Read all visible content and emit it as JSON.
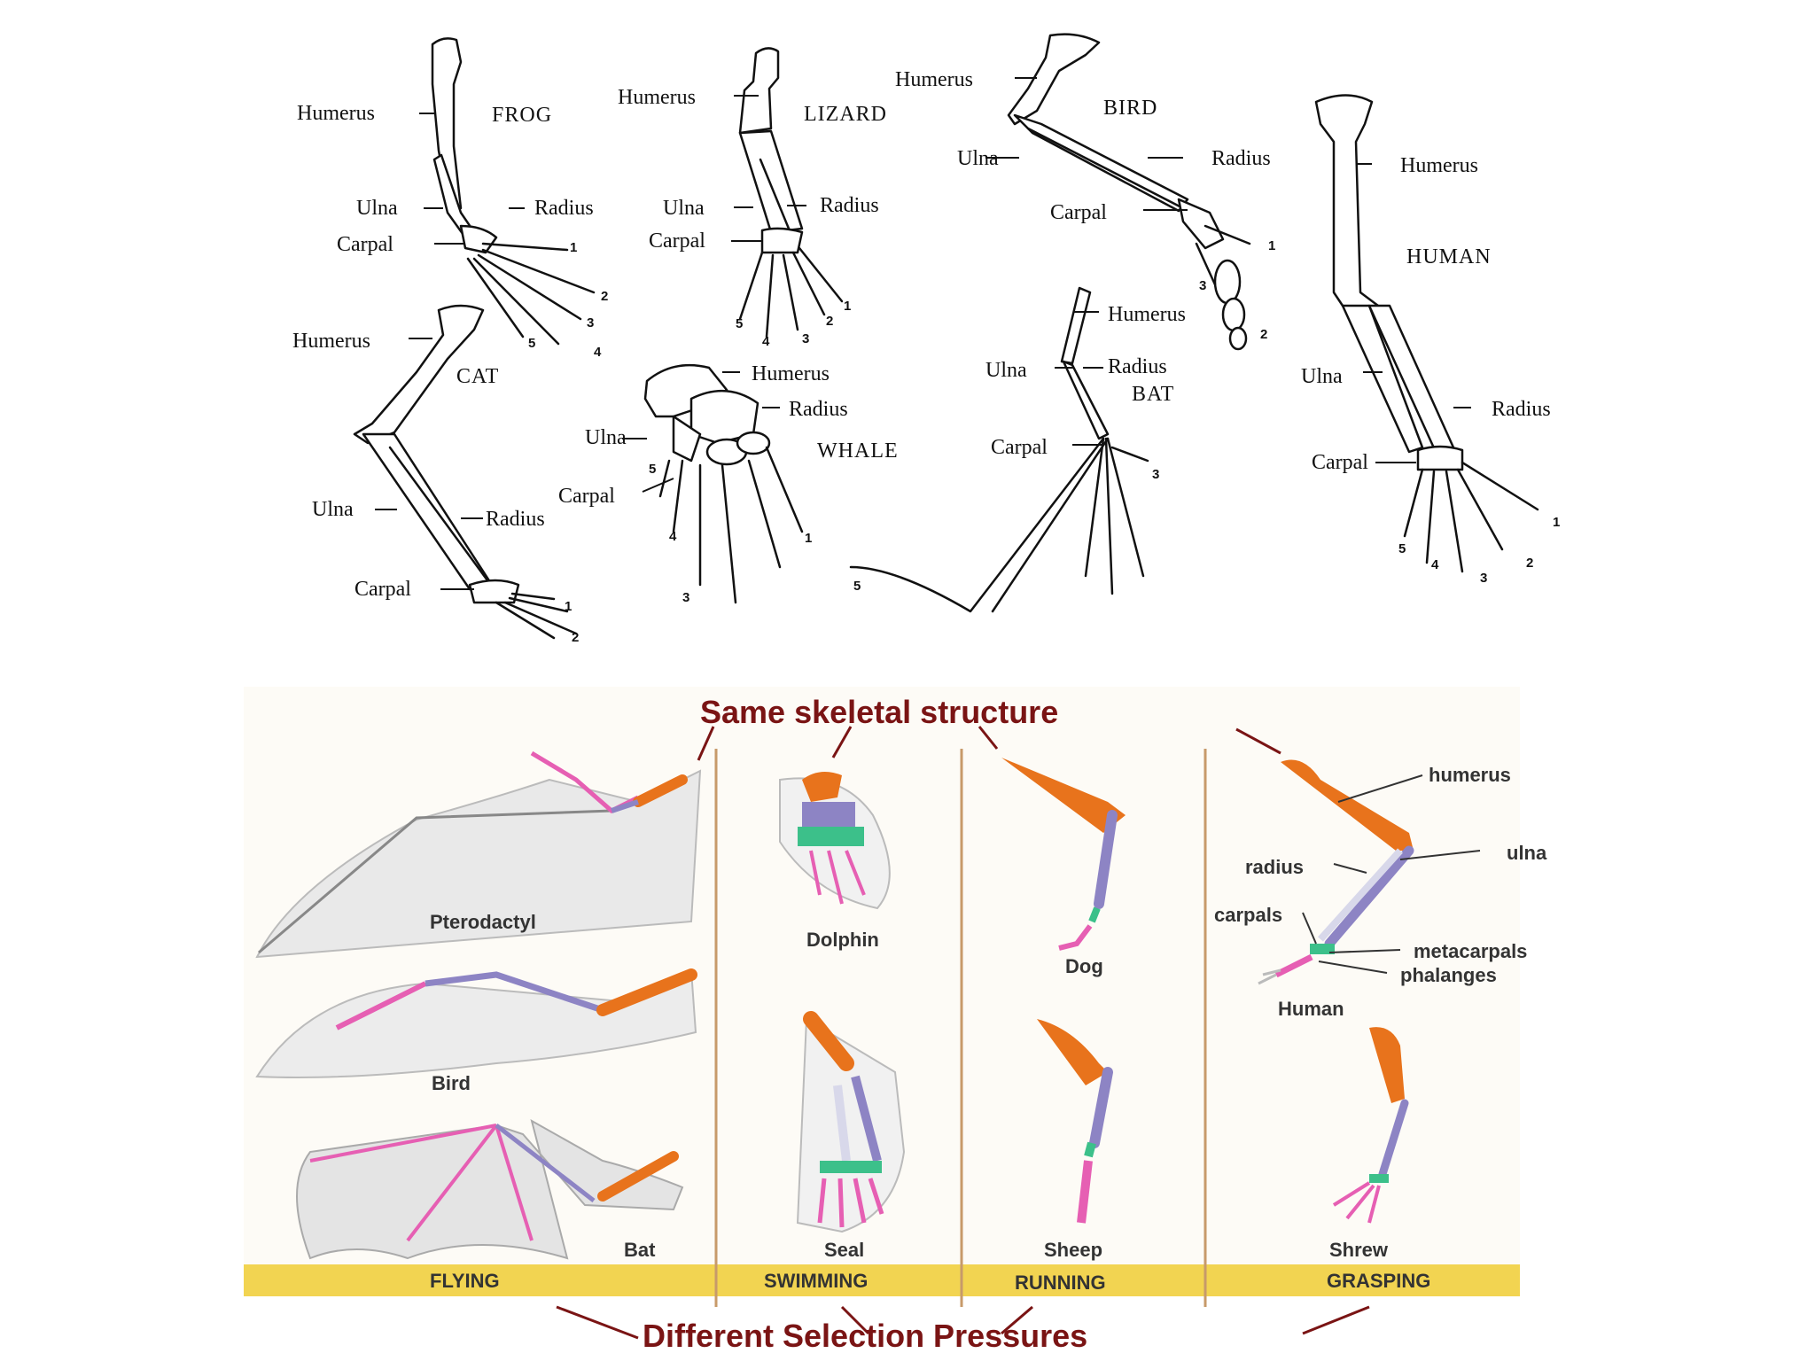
{
  "top": {
    "frog": {
      "title": "FROG",
      "humerus": "Humerus",
      "ulna": "Ulna",
      "radius": "Radius",
      "carpal": "Carpal",
      "digits": [
        "1",
        "2",
        "3",
        "4",
        "5"
      ]
    },
    "lizard": {
      "title": "LIZARD",
      "humerus": "Humerus",
      "ulna": "Ulna",
      "radius": "Radius",
      "carpal": "Carpal",
      "digits": [
        "1",
        "2",
        "3",
        "4",
        "5"
      ]
    },
    "bird": {
      "title": "BIRD",
      "humerus": "Humerus",
      "ulna": "Ulna",
      "radius": "Radius",
      "carpal": "Carpal",
      "digits": [
        "1",
        "2",
        "3"
      ]
    },
    "human": {
      "title": "HUMAN",
      "humerus": "Humerus",
      "ulna": "Ulna",
      "radius": "Radius",
      "carpal": "Carpal",
      "digits": [
        "1",
        "2",
        "3",
        "4",
        "5"
      ]
    },
    "cat": {
      "title": "CAT",
      "humerus": "Humerus",
      "ulna": "Ulna",
      "radius": "Radius",
      "carpal": "Carpal",
      "digits": [
        "1",
        "2"
      ]
    },
    "whale": {
      "title": "WHALE",
      "humerus": "Humerus",
      "ulna": "Ulna",
      "radius": "Radius",
      "carpal": "Carpal",
      "digits": [
        "1",
        "3",
        "4",
        "5"
      ]
    },
    "bat": {
      "title": "BAT",
      "humerus": "Humerus",
      "ulna": "Ulna",
      "radius": "Radius",
      "carpal": "Carpal",
      "digits": [
        "3",
        "5"
      ]
    }
  },
  "bottom": {
    "header": "Same skeletal structure",
    "footer": "Different Selection Pressures",
    "animals": [
      "Pterodactyl",
      "Bird",
      "Bat",
      "Dolphin",
      "Seal",
      "Dog",
      "Sheep",
      "Human",
      "Shrew"
    ],
    "human_labels": {
      "humerus": "humerus",
      "ulna": "ulna",
      "radius": "radius",
      "carpals": "carpals",
      "metacarpals": "metacarpals",
      "phalanges": "phalanges"
    },
    "categories": [
      "FLYING",
      "SWIMMING",
      "RUNNING",
      "GRASPING"
    ]
  },
  "colors": {
    "humerus": "#e8731c",
    "radius_ulna": "#8d84c4",
    "carpals": "#3cc08a",
    "metacarpals": "#e65fb3",
    "bar": "#f2d451",
    "accent": "#7a1414",
    "divider": "#c79a6a"
  }
}
